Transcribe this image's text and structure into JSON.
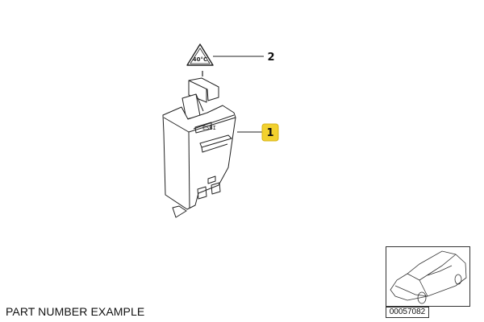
{
  "callouts": [
    {
      "number": "1",
      "highlighted": true,
      "highlight_color": "#f2d12e"
    },
    {
      "number": "2",
      "highlighted": false
    }
  ],
  "warning_label_text": "40°C",
  "caption": "PART NUMBER EXAMPLE",
  "thumbnail": {
    "label": "00057082",
    "icon": "car-overview-icon"
  }
}
